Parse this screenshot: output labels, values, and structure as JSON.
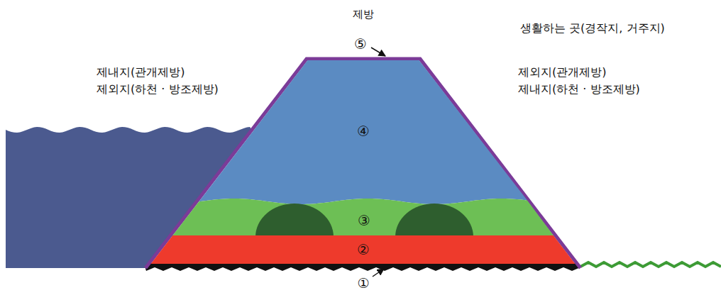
{
  "diagram": {
    "title": "제방",
    "nodes": [
      {
        "text": [
          "④"
        ]
      },
      {
        "text": [
          "③"
        ]
      },
      {
        "text": [
          "②"
        ]
      }
    ],
    "labels": [
      "생활하는 곳(경작지, 거주지)",
      "제내지(관개제방)",
      "제외지(하천 · 방조제방)",
      "제외지(관개제방)",
      "제내지(하천 · 방조제방)",
      "⑤",
      "①"
    ]
  }
}
